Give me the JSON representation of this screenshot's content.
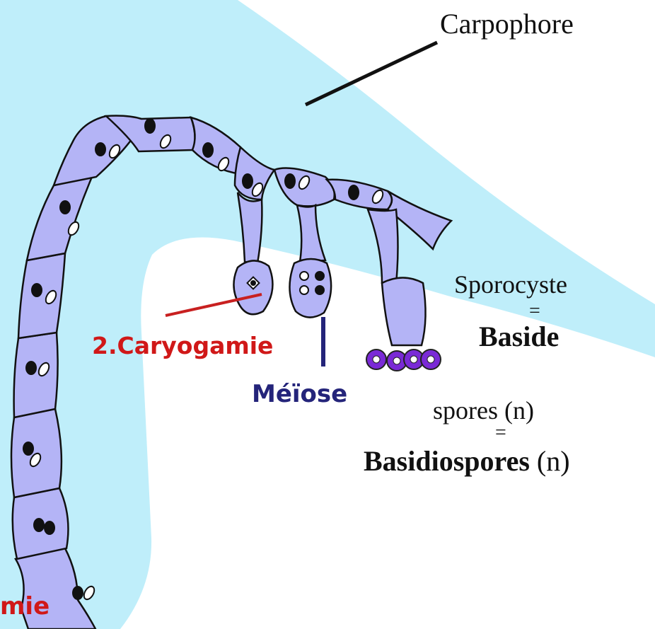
{
  "labels": {
    "carpophore": "Carpophore",
    "sporocyste": "Sporocyste",
    "equals_1": "=",
    "baside": "Baside",
    "spores": "spores (n)",
    "equals_2": "=",
    "basidiospores": "Basidiospores",
    "basidiospores_suffix": " (n)",
    "caryogamie": "2.Caryogamie",
    "meiose": "Méïose",
    "partial_left": "mie"
  },
  "colors": {
    "carpophore_fill": "#bfeefa",
    "hypha_fill": "#b4b4f6",
    "outline": "#111111",
    "nucleus_dark": "#111111",
    "nucleus_light": "#ffffff",
    "caryogamie_color": "#d01818",
    "meiose_color": "#24247a",
    "spore_ring": "#7a2ad6",
    "pointer_line": "#111111"
  }
}
